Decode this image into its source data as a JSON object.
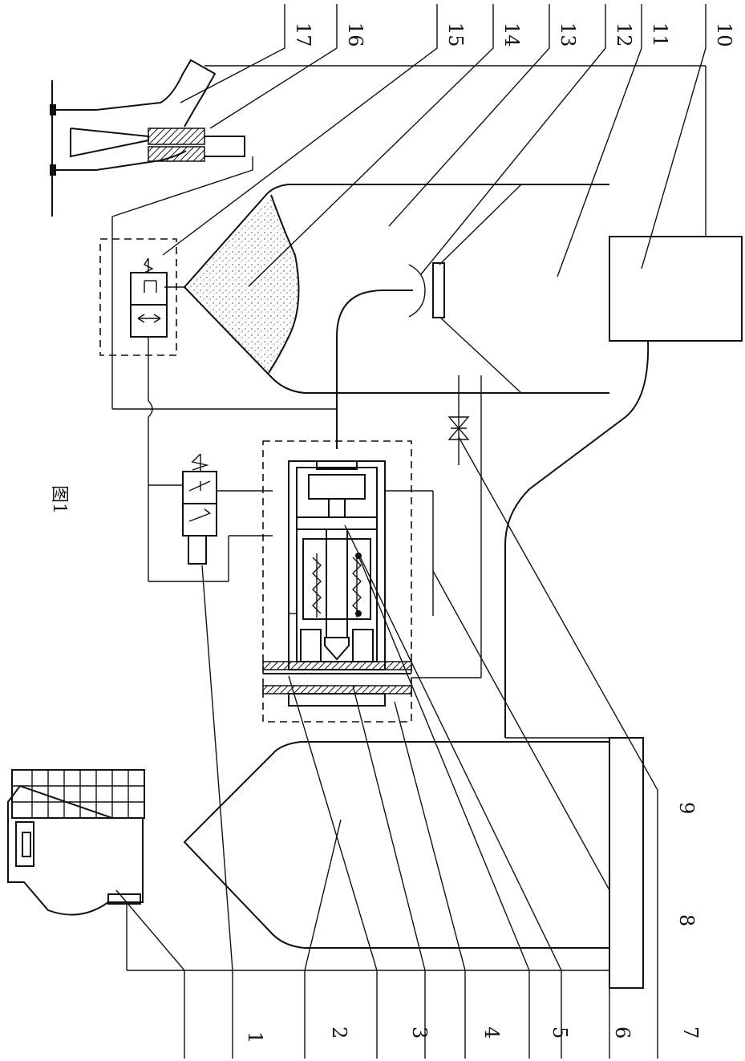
{
  "figure": {
    "caption": "图1",
    "part_numbers": [
      "1",
      "2",
      "3",
      "4",
      "5",
      "6",
      "7",
      "8",
      "9",
      "10",
      "11",
      "12",
      "13",
      "14",
      "15",
      "16",
      "17"
    ]
  }
}
